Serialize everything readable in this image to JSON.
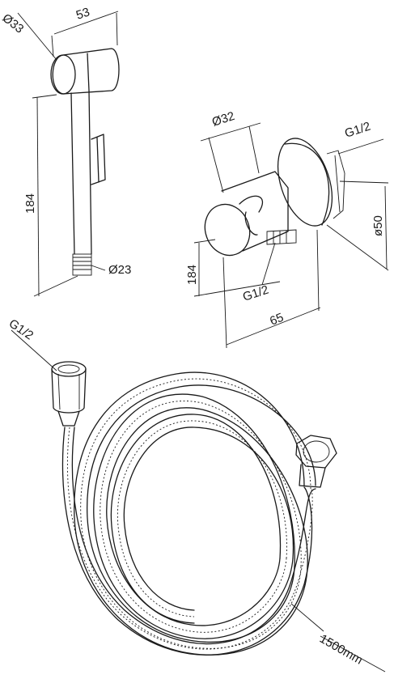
{
  "dimensions": {
    "head_diameter": "Ø33",
    "head_length": "53",
    "spray_length": "184",
    "thread_diameter": "Ø23",
    "holder_inlet_diameter": "Ø32",
    "holder_thread": "G1/2",
    "holder_flange_diameter": "ø50",
    "holder_offset": "184",
    "holder_outlet_thread": "G1/2",
    "holder_depth": "65",
    "hose_thread": "G1/2",
    "hose_length": "1500mm"
  },
  "colors": {
    "line": "#1a1a1a",
    "background": "#ffffff"
  },
  "hose_turns": 3
}
